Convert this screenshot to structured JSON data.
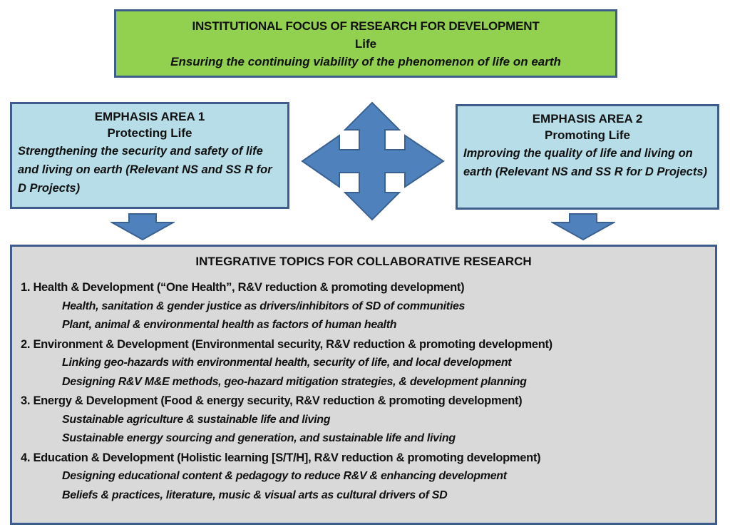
{
  "institutional_focus": {
    "title": "INSTITUTIONAL FOCUS OF RESEARCH FOR DEVELOPMENT",
    "subtitle": "Life",
    "description": "Ensuring the continuing viability of the phenomenon of life on earth"
  },
  "emphasis_areas": [
    {
      "heading": "EMPHASIS AREA 1",
      "name": "Protecting Life",
      "description": "Strengthening the security and safety of life and living on earth (Relevant NS and SS R for D Projects)"
    },
    {
      "heading": "EMPHASIS AREA 2",
      "name": "Promoting Life",
      "description": "Improving the quality of life and living on earth (Relevant NS and SS R for D Projects)"
    }
  ],
  "connectors": {
    "center": "four-way-arrow-icon",
    "down": "down-arrow-icon"
  },
  "integrative_topics": {
    "title": "INTEGRATIVE TOPICS FOR COLLABORATIVE RESEARCH",
    "topics": [
      {
        "label": "1. Health & Development (“One Health”, R&V reduction & promoting development)",
        "items": [
          "Health, sanitation & gender justice as drivers/inhibitors of SD of communities",
          "Plant, animal & environmental health as factors of human health"
        ]
      },
      {
        "label": "2. Environment & Development (Environmental security, R&V reduction & promoting development)",
        "items": [
          "Linking geo-hazards with environmental health, security of life, and local development",
          "Designing R&V M&E methods, geo-hazard mitigation strategies, & development planning"
        ]
      },
      {
        "label": "3. Energy & Development (Food & energy security, R&V reduction & promoting development)",
        "items": [
          "Sustainable agriculture & sustainable life and living",
          "Sustainable energy sourcing and generation, and sustainable life and living"
        ]
      },
      {
        "label": "4. Education & Development (Holistic learning [S/T/H], R&V reduction  & promoting development)",
        "items": [
          "Designing educational content & pedagogy to reduce R&V & enhancing development",
          "Beliefs & practices, literature,  music & visual arts as cultural drivers of SD"
        ]
      }
    ]
  },
  "colors": {
    "focus_fill": "#92d050",
    "emphasis_fill": "#b7dde8",
    "topics_fill": "#d9d9d9",
    "border": "#3d5e8c",
    "arrow_fill": "#4f81bd"
  }
}
